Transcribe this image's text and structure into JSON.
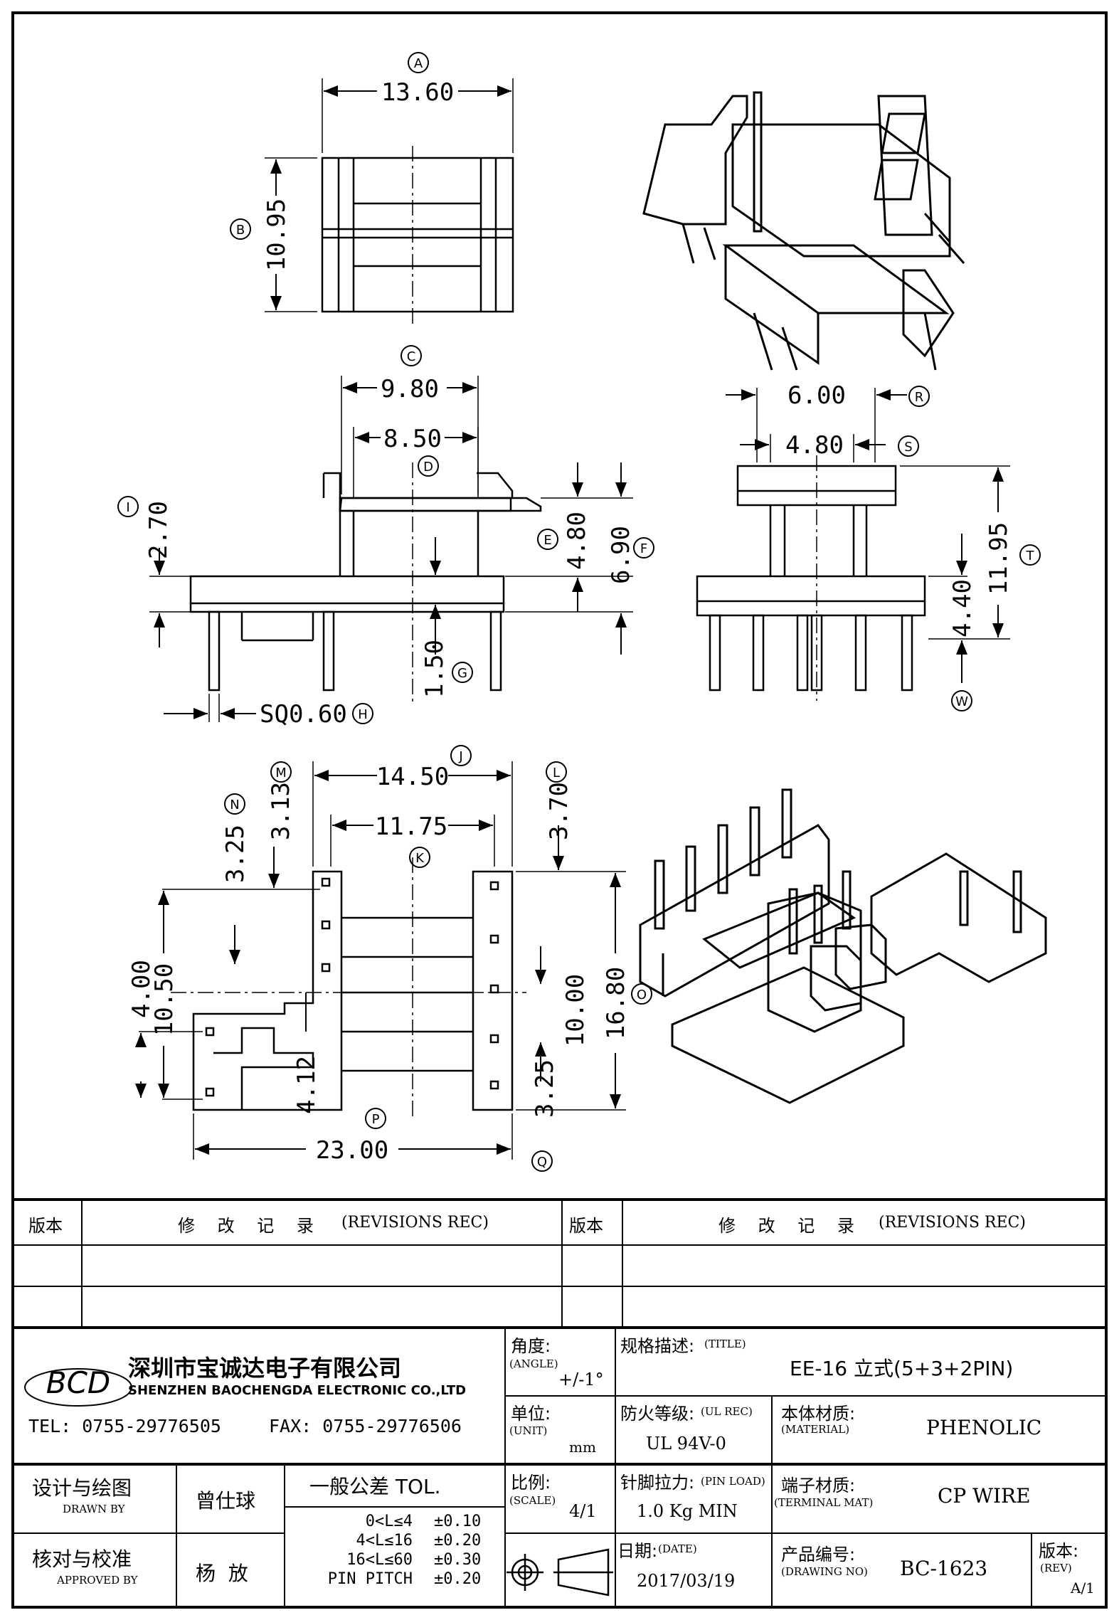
{
  "drawing": {
    "dims": {
      "A": "13.60",
      "B": "10.95",
      "C": "9.80",
      "D": "8.50",
      "E": "4.80",
      "F": "6.90",
      "G": "1.50",
      "H": "SQ0.60",
      "I": "2.70",
      "J": "14.50",
      "K": "11.75",
      "L": "3.70",
      "M": "3.13",
      "N": "3.25",
      "O": "16.80",
      "P": "4.12",
      "Q": "23.00",
      "R": "6.00",
      "S": "4.80",
      "T": "11.95",
      "W": "4.40",
      "X1": "10.50",
      "X2": "4.00",
      "X3": "10.00",
      "X4": "3.25"
    },
    "refs": [
      "A",
      "B",
      "C",
      "D",
      "E",
      "F",
      "G",
      "H",
      "I",
      "J",
      "K",
      "L",
      "M",
      "N",
      "O",
      "P",
      "Q",
      "R",
      "S",
      "T",
      "W"
    ]
  },
  "revisions": {
    "col_version": "版本",
    "col_record": "修 改 记 录",
    "col_record_en": "(REVISIONS REC)"
  },
  "company": {
    "logo": "BCD",
    "name_cn": "深圳市宝诚达电子有限公司",
    "name_en": "SHENZHEN BAOCHENGDA ELECTRONIC CO.,LTD",
    "tel": "TEL: 0755-29776505",
    "fax": "FAX: 0755-29776506"
  },
  "title_block": {
    "angle_label": "角度:",
    "angle_en": "(ANGLE)",
    "angle_value": "+/-1°",
    "title_label": "规格描述:",
    "title_en": "(TITLE)",
    "title_value": "EE-16 立式(5+3+2PIN)",
    "unit_label": "单位:",
    "unit_en": "(UNIT)",
    "unit_value": "mm",
    "ul_label": "防火等级:",
    "ul_en": "(UL REC)",
    "ul_value": "UL 94V-0",
    "material_label": "本体材质:",
    "material_en": "(MATERIAL)",
    "material_value": "PHENOLIC",
    "drawn_label": "设计与绘图",
    "drawn_en": "DRAWN BY",
    "drawn_value": "曾仕球",
    "tol_label": "一般公差 TOL.",
    "tol_rows": [
      {
        "range": "0<L≤4",
        "val": "±0.10"
      },
      {
        "range": "4<L≤16",
        "val": "±0.20"
      },
      {
        "range": "16<L≤60",
        "val": "±0.30"
      },
      {
        "range": "PIN PITCH",
        "val": "±0.20"
      }
    ],
    "scale_label": "比例:",
    "scale_en": "(SCALE)",
    "scale_value": "4/1",
    "pinload_label": "针脚拉力:",
    "pinload_en": "(PIN LOAD)",
    "pinload_value": "1.0 Kg MIN",
    "terminal_label": "端子材质:",
    "terminal_en": "(TERMINAL MAT)",
    "terminal_value": "CP WIRE",
    "approved_label": "核对与校准",
    "approved_en": "APPROVED BY",
    "approved_value": "杨  放",
    "date_label": "日期:",
    "date_en": "(DATE)",
    "date_value": "2017/03/19",
    "drawing_no_label": "产品编号:",
    "drawing_no_en": "(DRAWING NO)",
    "drawing_no_value": "BC-1623",
    "rev_label": "版本:",
    "rev_en": "(REV)",
    "rev_value": "A/1"
  }
}
